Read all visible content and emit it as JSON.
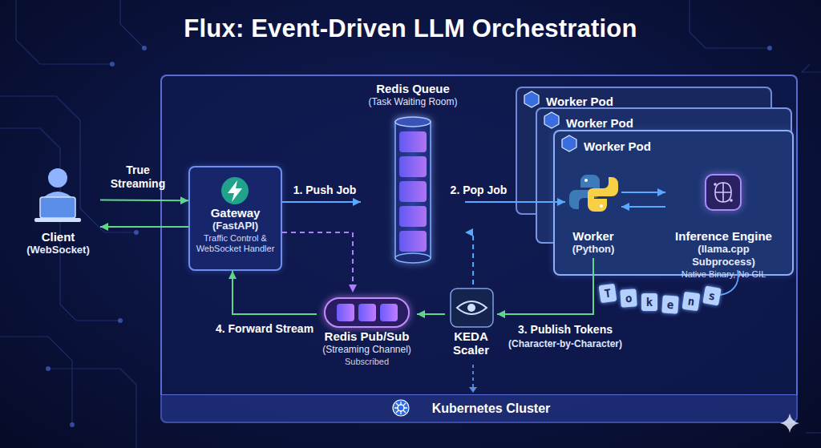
{
  "diagram": {
    "title": "Flux: Event-Driven LLM Orchestration",
    "nodes": [
      {
        "text": [
          "Kubernetes Cluster"
        ]
      },
      {
        "text": [
          "Client",
          "(WebSocket)"
        ]
      },
      {
        "text": [
          "Gateway",
          "(FastAPI)",
          "Traffic Control & WebSocket Handler"
        ],
        "in": 0
      },
      {
        "text": [
          "Redis Queue",
          "(Task Waiting Room)"
        ],
        "in": 0
      },
      {
        "text": [
          "Worker Pod"
        ],
        "in": 0
      },
      {
        "text": [
          "Worker Pod"
        ],
        "in": 0
      },
      {
        "text": [
          "Worker Pod"
        ],
        "in": 0
      },
      {
        "text": [
          "Worker",
          "(Python)"
        ],
        "in": 6
      },
      {
        "text": [
          "Inference Engine",
          "(llama.cpp Subprocess)",
          "Native Binary, No GIL"
        ],
        "in": 6
      },
      {
        "text": [
          "Redis Pub/Sub",
          "(Streaming Channel)",
          "Subscribed"
        ],
        "in": 0
      },
      {
        "text": [
          "KEDA Scaler"
        ],
        "in": 0
      }
    ],
    "edges": [
      {
        "from": 1,
        "to": 2,
        "label": "True Streaming",
        "arrow": "to"
      },
      {
        "from": 2,
        "to": 1,
        "arrow": "to"
      },
      {
        "from": 2,
        "to": 3,
        "label": "1. Push Job",
        "arrow": "to"
      },
      {
        "from": 3,
        "to": 7,
        "label": "2. Pop Job",
        "arrow": "to"
      },
      {
        "from": 7,
        "to": 8,
        "arrow": "to"
      },
      {
        "from": 8,
        "to": 7,
        "arrow": "to"
      },
      {
        "from": 2,
        "to": 9,
        "arrow": "to"
      },
      {
        "from": 7,
        "to": 10,
        "label": "3. Publish Tokens",
        "arrow": "to"
      },
      {
        "from": 10,
        "to": 9,
        "arrow": "to"
      },
      {
        "from": 10,
        "to": 3,
        "arrow": "to"
      },
      {
        "from": 9,
        "to": 2,
        "label": "4. Forward Stream",
        "arrow": "to"
      }
    ],
    "labels": [
      "(Character-by-Character)",
      "T",
      "o",
      "k",
      "e",
      "n",
      "s"
    ]
  }
}
